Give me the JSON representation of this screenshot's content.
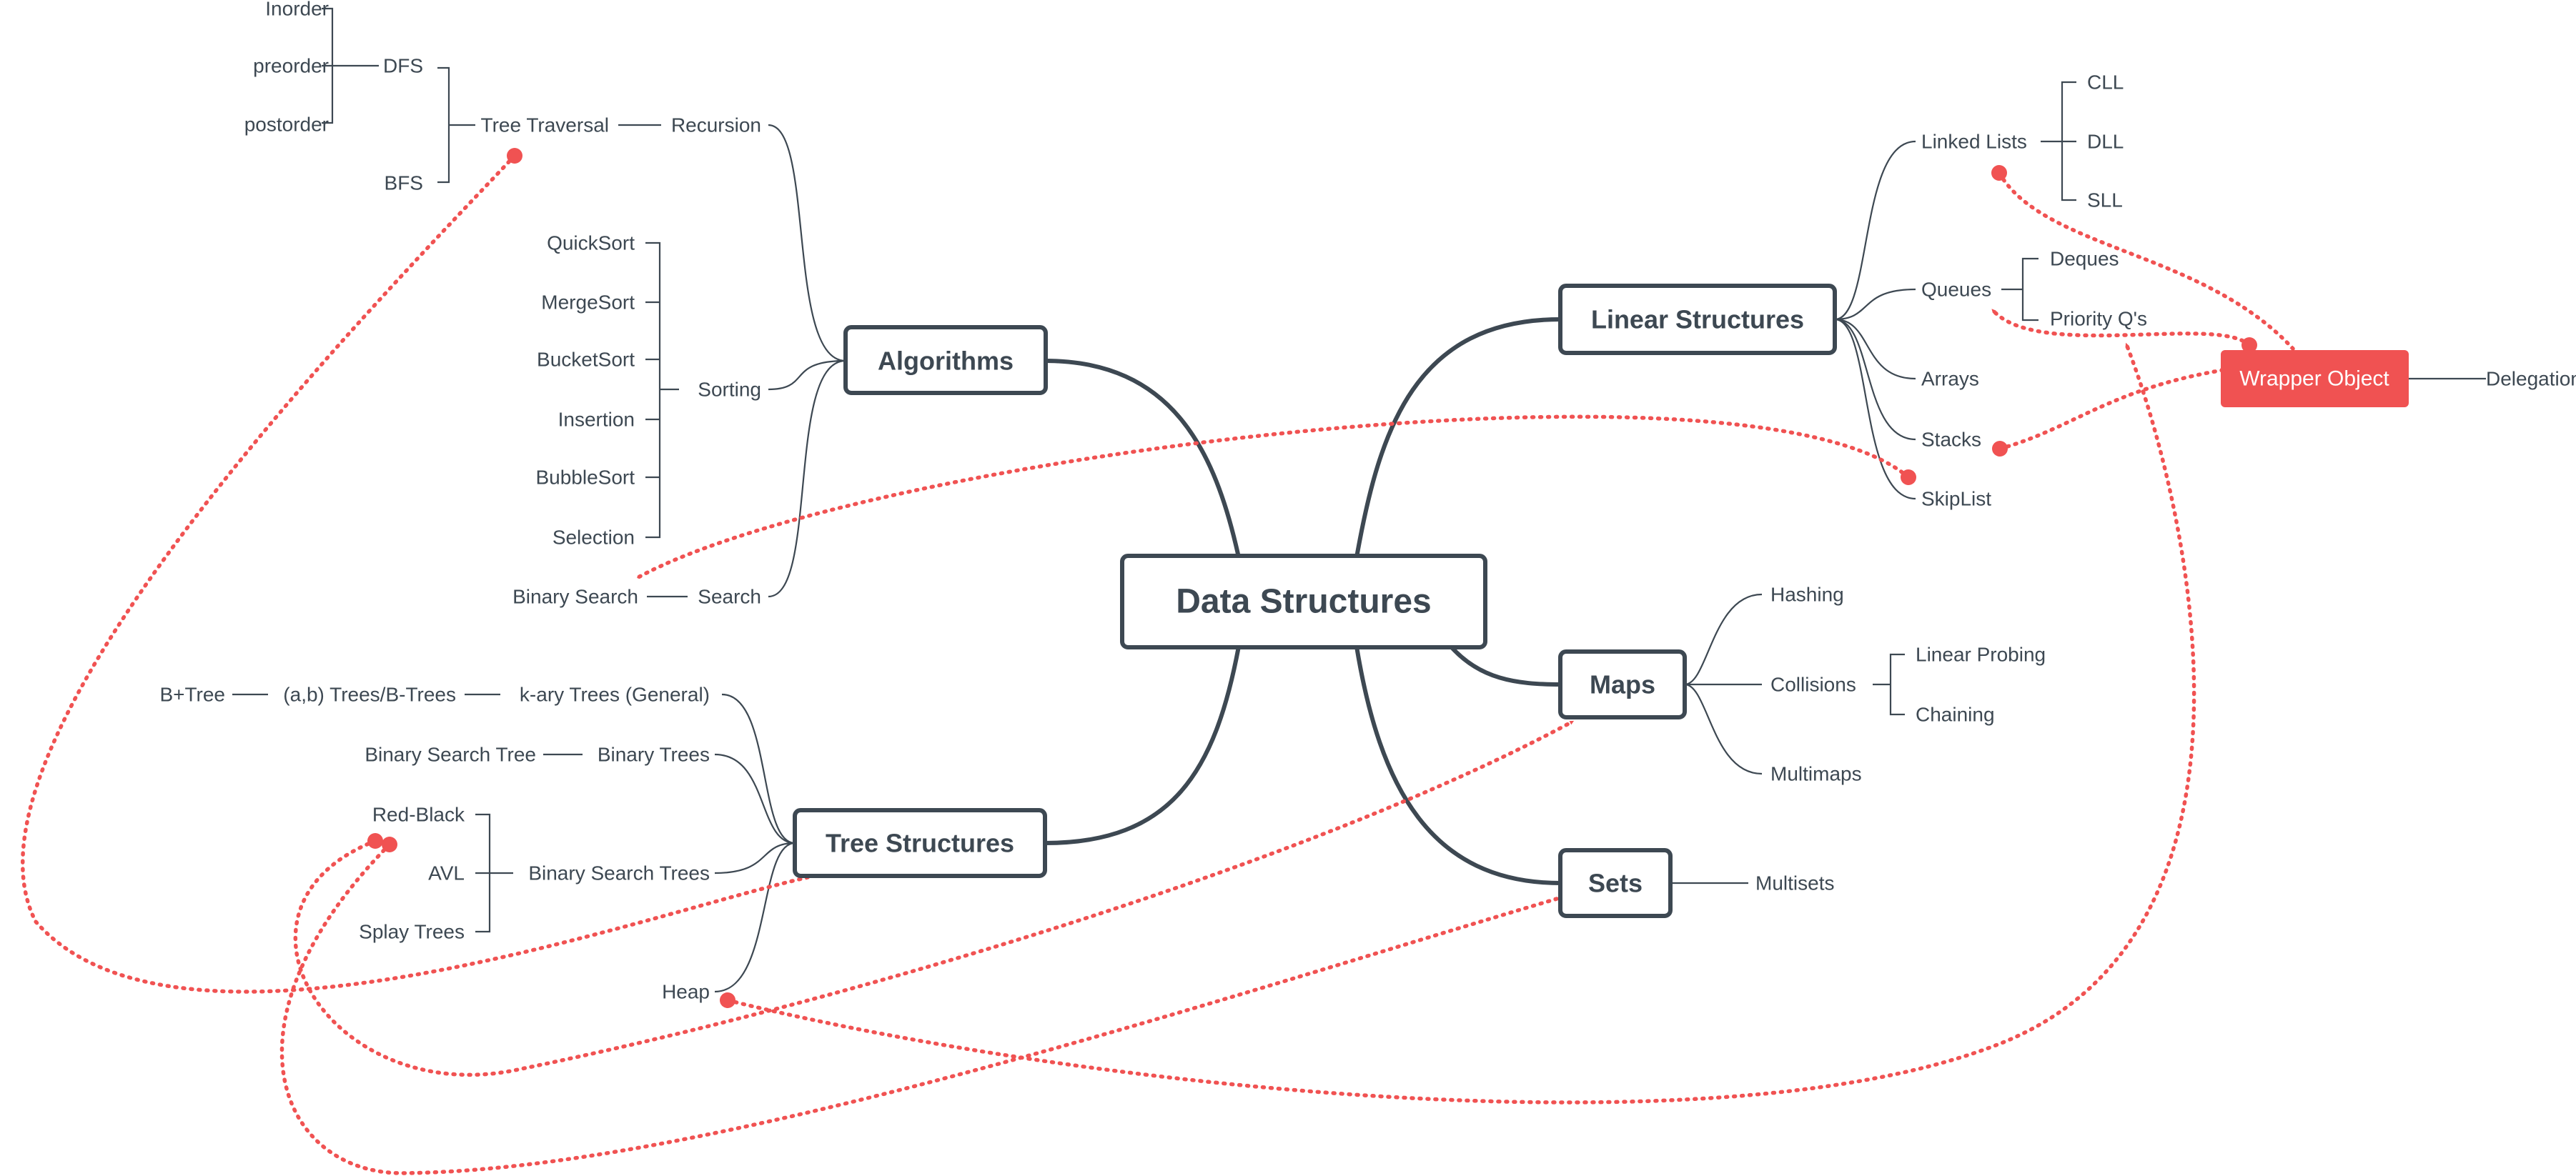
{
  "mindmap": {
    "root": "Data Structures",
    "algorithms": {
      "label": "Algorithms",
      "recursion": "Recursion",
      "tree_traversal": "Tree Traversal",
      "dfs": "DFS",
      "bfs": "BFS",
      "dfs_children": [
        "Inorder",
        "preorder",
        "postorder"
      ],
      "sorting": "Sorting",
      "sorting_children": [
        "QuickSort",
        "MergeSort",
        "BucketSort",
        "Insertion",
        "BubbleSort",
        "Selection"
      ],
      "search": "Search",
      "binary_search": "Binary Search"
    },
    "tree_structures": {
      "label": "Tree Structures",
      "kary": "k-ary Trees (General)",
      "ab_trees": "(a,b) Trees/B-Trees",
      "bplus": "B+Tree",
      "binary_trees": "Binary Trees",
      "bst_leaf": "Binary Search Tree",
      "bsts": "Binary Search Trees",
      "bst_children": [
        "Red-Black",
        "AVL",
        "Splay Trees"
      ],
      "heap": "Heap"
    },
    "linear_structures": {
      "label": "Linear Structures",
      "linked_lists": "Linked Lists",
      "linked_children": [
        "CLL",
        "DLL",
        "SLL"
      ],
      "queues": "Queues",
      "queue_children": [
        "Deques",
        "Priority Q's"
      ],
      "arrays": "Arrays",
      "stacks": "Stacks",
      "skiplist": "SkipList"
    },
    "maps": {
      "label": "Maps",
      "hashing": "Hashing",
      "collisions": "Collisions",
      "collision_children": [
        "Linear Probing",
        "Chaining"
      ],
      "multimaps": "Multimaps"
    },
    "sets": {
      "label": "Sets",
      "multisets": "Multisets"
    },
    "wrapper": {
      "label": "Wrapper Object",
      "delegation": "Delegation"
    }
  },
  "colors": {
    "ink": "#3d4852",
    "relation": "#f05252",
    "wrapper_fill": "#f05252"
  }
}
